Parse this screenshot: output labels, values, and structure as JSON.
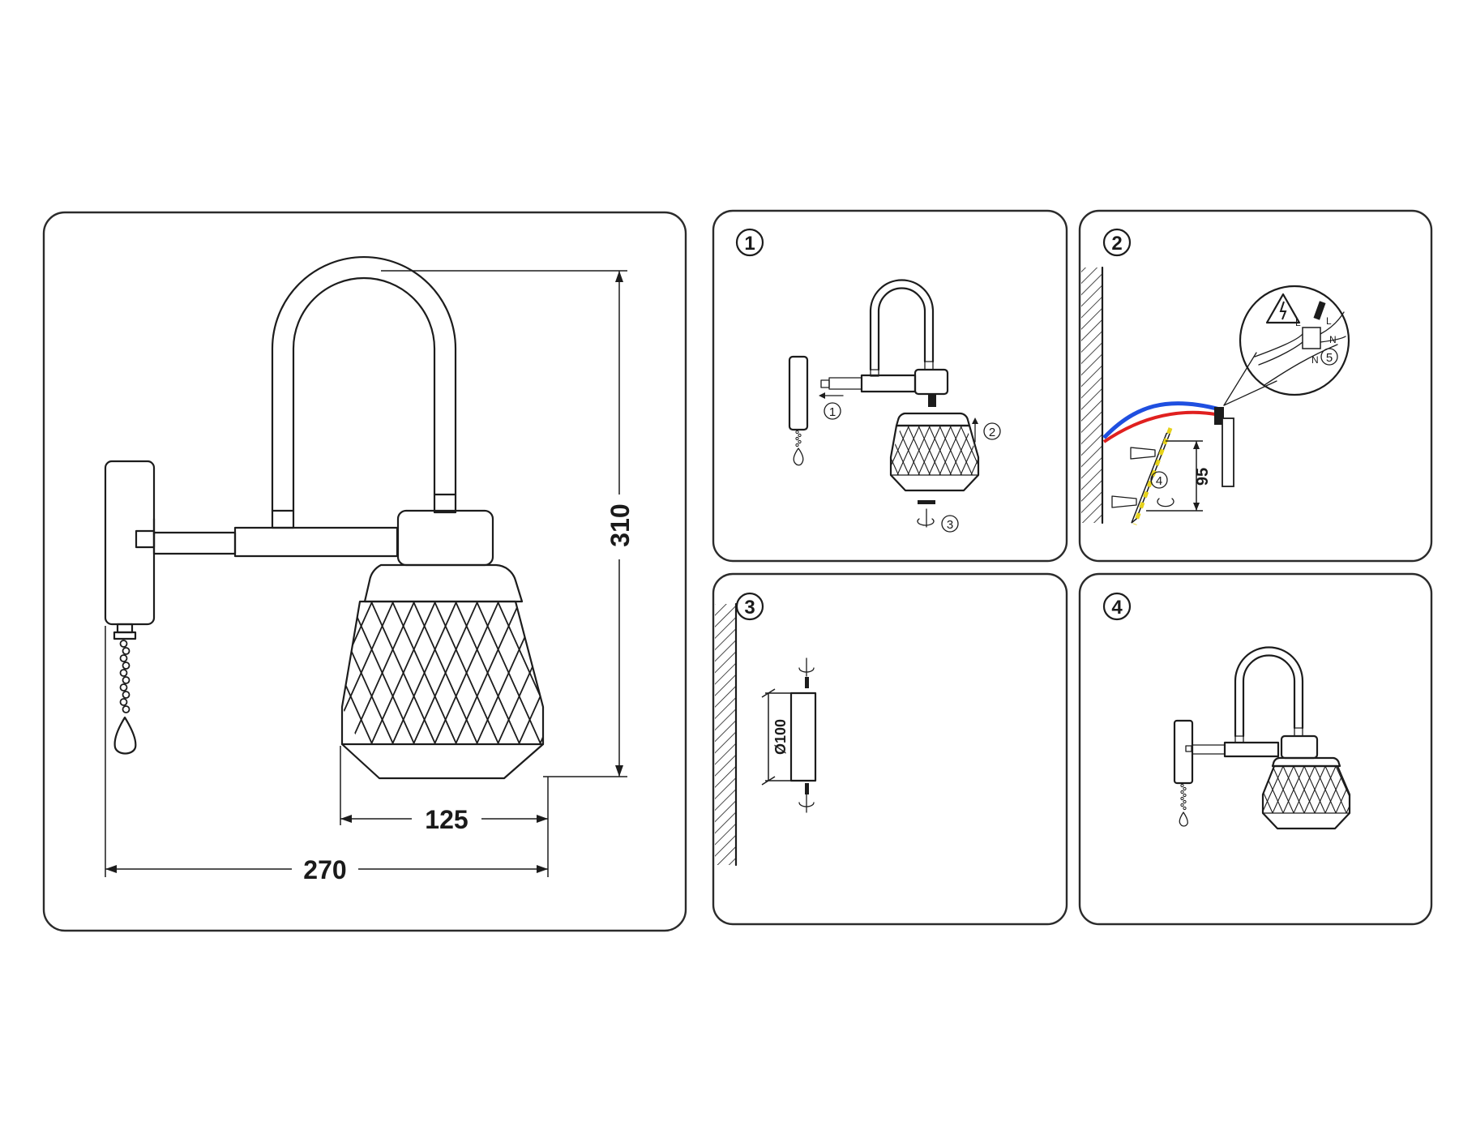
{
  "overall": {
    "height": "310",
    "shade_width": "125",
    "total_width": "270"
  },
  "steps": [
    {
      "number": "1"
    },
    {
      "number": "2"
    },
    {
      "number": "3"
    },
    {
      "number": "4"
    }
  ],
  "step1": {
    "callouts": [
      "1",
      "2",
      "3"
    ]
  },
  "step2": {
    "hole_spacing": "95",
    "callouts": [
      "4",
      "5"
    ],
    "wire_labels": [
      "L",
      "L",
      "N",
      "N"
    ],
    "colors": {
      "wire_blue": "#1f4fe0",
      "wire_red": "#e0201f",
      "anchor_yellow": "#e6d21a"
    }
  },
  "step3": {
    "diameter": "Ø100"
  }
}
